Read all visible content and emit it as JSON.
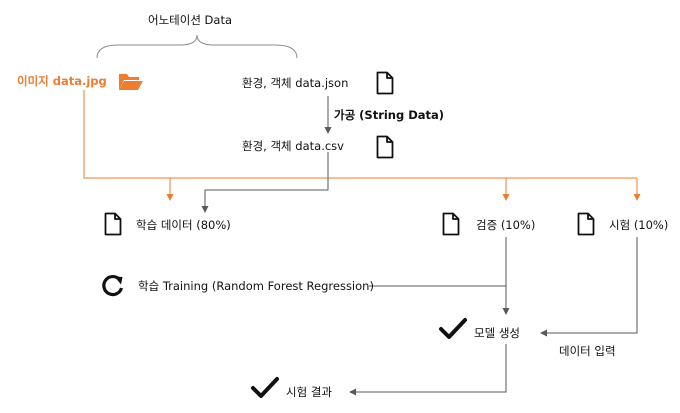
{
  "header": {
    "annotation": "어노테이션 Data"
  },
  "source": {
    "image_label": "이미지 data.jpg",
    "json_label": "환경, 객체 data.json",
    "process_label": "가공 (String Data)",
    "csv_label": "환경, 객체 data.csv"
  },
  "splits": {
    "train": "학습 데이터 (80%)",
    "validation": "검증 (10%)",
    "test": "시험 (10%)"
  },
  "training": {
    "label": "학습 Training (Random Forest Regression)"
  },
  "model": {
    "label": "모델 생성",
    "input_label": "데이터 입력"
  },
  "result": {
    "label": "시험 결과"
  },
  "colors": {
    "accent": "#ed7d31",
    "line": "#595959",
    "ink": "#111111"
  },
  "icons": [
    "folder-open-icon",
    "document-icon",
    "refresh-icon",
    "checkmark-icon"
  ]
}
